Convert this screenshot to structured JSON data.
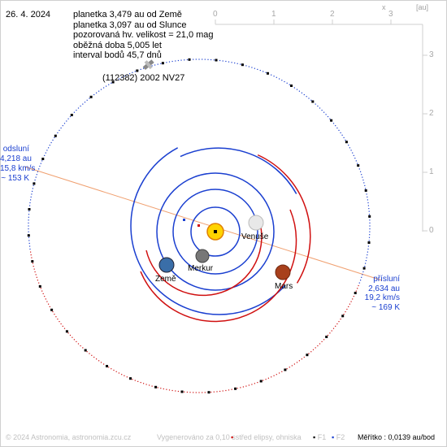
{
  "date": "26. 4. 2024",
  "info": {
    "earth_distance": "planetka 3,479 au od Země",
    "sun_distance": "planetka 3,097 au od Slunce",
    "magnitude": "pozorovaná hv. velikost = 21,0 mag",
    "period": "oběžná doba 5,005 let",
    "interval": "interval bodů 45,7 dnů"
  },
  "asteroid_name": "(112382) 2002 NV27",
  "planets": {
    "venus": "Venuše",
    "mercury": "Merkur",
    "earth": "Země",
    "mars": "Mars"
  },
  "aphelion": {
    "title": "odsluní",
    "distance": "4,218 au",
    "speed": "15,8 km/s",
    "temperature": "~ 153 K"
  },
  "perihelion": {
    "title": "přísluní",
    "distance": "2,634 au",
    "speed": "19,2 km/s",
    "temperature": "~ 169 K"
  },
  "axes": {
    "unit": "[au]",
    "close": "x",
    "top_ticks": [
      "0",
      "1",
      "2",
      "3"
    ],
    "right_ticks": [
      "3",
      "2",
      "1",
      "0"
    ]
  },
  "footer": {
    "copyright": "© 2024 Astronomia, astronomia.zcu.cz",
    "generated": "Vygenerováno za 0,10 s",
    "center_legend": "střed elipsy, ohniska",
    "f1": "F1",
    "f2": "F2",
    "scale": "Měřítko : 0,0139 au/bod"
  },
  "colors": {
    "orbit_blue": "#1a3fd0",
    "orbit_red": "#d01010",
    "apsis_line": "#f0a070",
    "sun": "#ffd400"
  }
}
